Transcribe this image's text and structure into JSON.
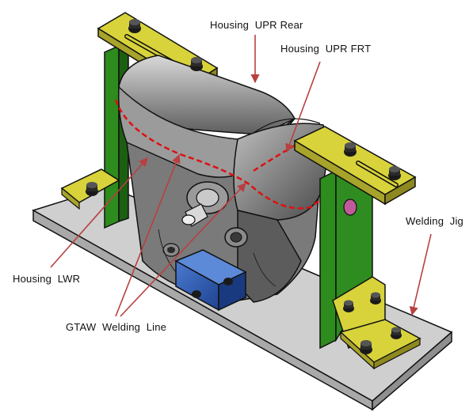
{
  "figure": {
    "labels": {
      "housing_upr_rear": "Housing  UPR Rear",
      "housing_upr_frt": "Housing  UPR FRT",
      "welding_jig": "Welding  Jig",
      "housing_lwr": "Housing  LWR",
      "gtaw_welding_line": "GTAW  Welding  Line"
    },
    "colors": {
      "base_plate": "#c9c9c9",
      "upright_green": "#2e8b1e",
      "clamp_yellow": "#d8d33a",
      "housing_gray": "#8e8e8e",
      "block_blue": "#2f5fb3",
      "weld_line_red": "#e01010",
      "arrow_red": "#b84040",
      "pin_pink": "#c05a9a"
    },
    "icons": [
      "bolt-icon",
      "pin-icon"
    ]
  }
}
